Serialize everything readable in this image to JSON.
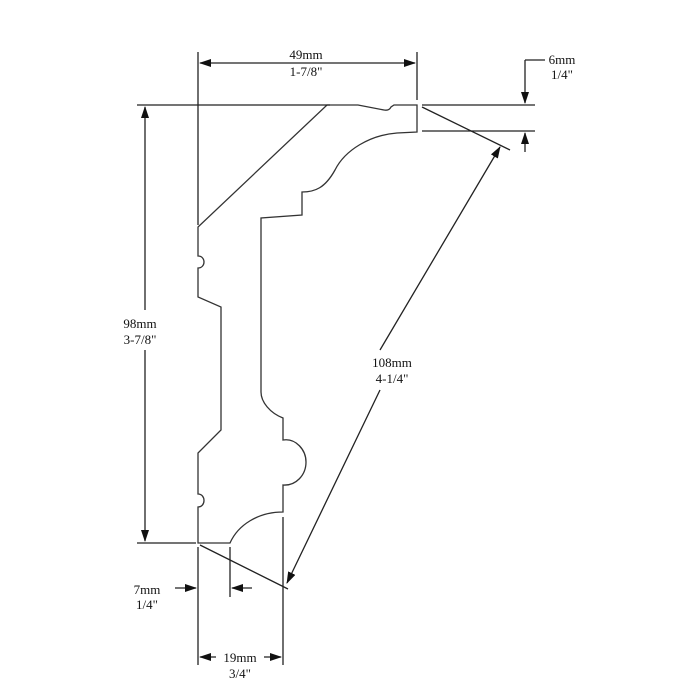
{
  "dimensions": {
    "width": {
      "metric": "49mm",
      "imperial": "1-7/8\""
    },
    "top_step": {
      "metric": "6mm",
      "imperial": "1/4\""
    },
    "height": {
      "metric": "98mm",
      "imperial": "3-7/8\""
    },
    "projection": {
      "metric": "108mm",
      "imperial": "4-1/4\""
    },
    "bottom_step": {
      "metric": "7mm",
      "imperial": "1/4\""
    },
    "bottom_width": {
      "metric": "19mm",
      "imperial": "3/4\""
    }
  }
}
